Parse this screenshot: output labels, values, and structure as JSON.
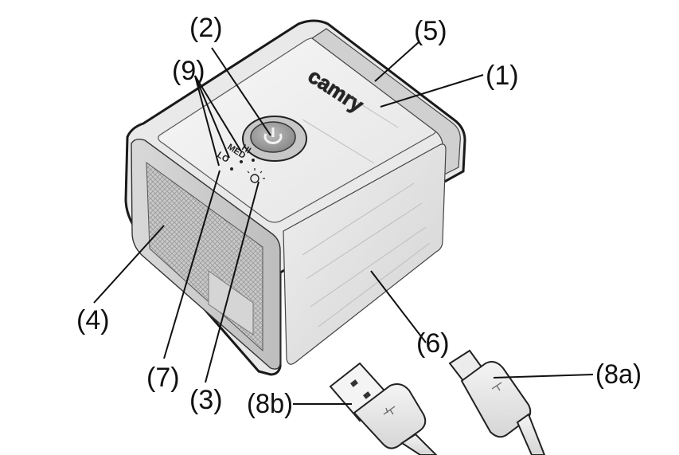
{
  "diagram": {
    "brand": "camry",
    "speed_labels": {
      "hi": "HI",
      "med": "MED",
      "lo": "LO"
    },
    "callouts": [
      {
        "id": "c1",
        "text": "(1)"
      },
      {
        "id": "c2",
        "text": "(2)"
      },
      {
        "id": "c3",
        "text": "(3)"
      },
      {
        "id": "c4",
        "text": "(4)"
      },
      {
        "id": "c5",
        "text": "(5)"
      },
      {
        "id": "c6",
        "text": "(6)"
      },
      {
        "id": "c7",
        "text": "(7)"
      },
      {
        "id": "c8a",
        "text": "(8a)"
      },
      {
        "id": "c8b",
        "text": "(8b)"
      },
      {
        "id": "c9",
        "text": "(9)"
      }
    ]
  },
  "colors": {
    "outline": "#1a1a1a",
    "body_light": "#f2f2f2",
    "body_mid": "#dcdcdc",
    "body_dark": "#b8b8b8",
    "button": "#9e9e9e"
  }
}
